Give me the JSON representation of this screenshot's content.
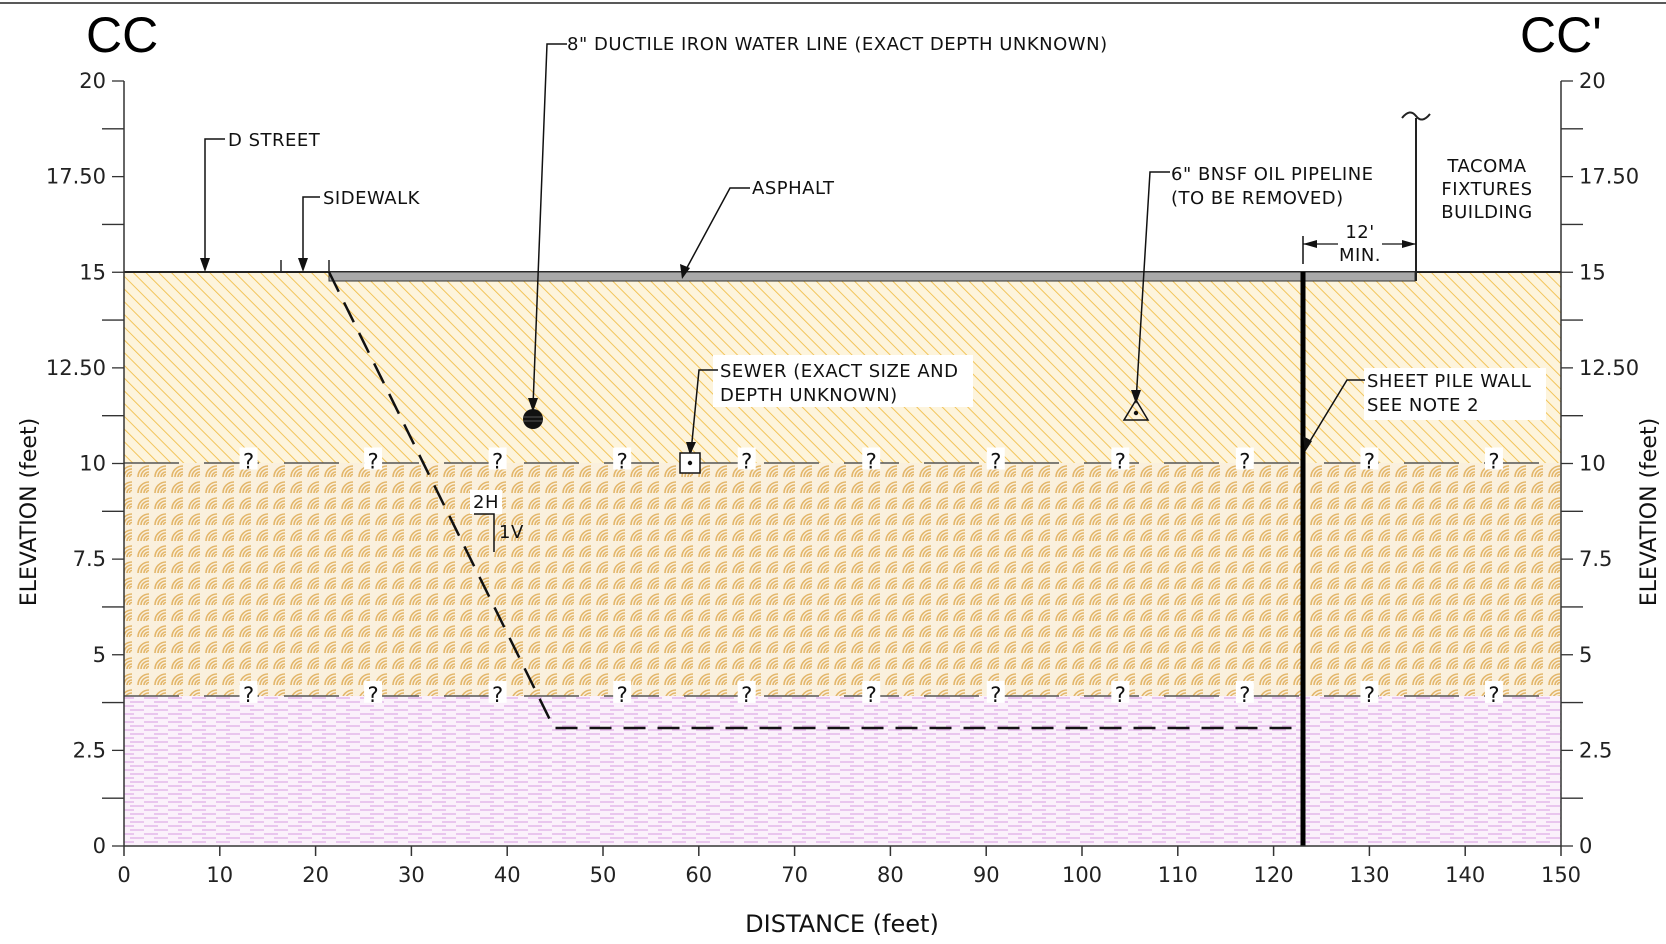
{
  "section_left": "CC",
  "section_right": "CC'",
  "axes": {
    "x_label": "DISTANCE  (feet)",
    "y_label": "ELEVATION  (feet)",
    "x_ticks": [
      "0",
      "10",
      "20",
      "30",
      "40",
      "50",
      "60",
      "70",
      "80",
      "90",
      "100",
      "110",
      "120",
      "130",
      "140",
      "150"
    ],
    "y_ticks_left": [
      "0",
      "2.5",
      "5",
      "7.5",
      "10",
      "12.50",
      "15",
      "17.50",
      "20"
    ],
    "y_ticks_right": [
      "0",
      "2.5",
      "5",
      "7.5",
      "10",
      "12.50",
      "15",
      "17.50",
      "20"
    ]
  },
  "callouts": {
    "water_line": "8\"  DUCTILE  IRON  WATER  LINE  (EXACT  DEPTH  UNKNOWN)",
    "d_street": "D  STREET",
    "sidewalk": "SIDEWALK",
    "asphalt": "ASPHALT",
    "oil_line1": "6\"  BNSF  OIL  PIPELINE",
    "oil_line2": "(TO  BE  REMOVED)",
    "tacoma1": "TACOMA",
    "tacoma2": "FIXTURES",
    "tacoma3": "BUILDING",
    "dim_value": "12'",
    "dim_min": "MIN.",
    "sewer1": "SEWER  (EXACT  SIZE  AND",
    "sewer2": "DEPTH  UNKNOWN)",
    "sheet1": "SHEET  PILE  WALL",
    "sheet2": "SEE  NOTE  2",
    "slope_h": "2H",
    "slope_v": "1V",
    "unknown_mark": "?"
  },
  "chart_data": {
    "type": "cross-section",
    "xlim": [
      0,
      150
    ],
    "ylim": [
      0,
      20
    ],
    "layers": [
      {
        "top": 15,
        "bottom": 10,
        "fill": "diagonal-hatch",
        "color": "#f2c24f"
      },
      {
        "top": 10,
        "bottom": 3.9,
        "fill": "fan-pattern",
        "color": "#e9c17a"
      },
      {
        "top": 3.9,
        "bottom": 0,
        "fill": "dashed-lines",
        "color": "#d79be0"
      }
    ],
    "ground_surface_elevation": 15,
    "asphalt": {
      "x_start": 21.5,
      "x_end": 135
    },
    "excavation_outline": [
      [
        21.5,
        15
      ],
      [
        45,
        3.1
      ],
      [
        123,
        3.1
      ]
    ],
    "sheet_pile_wall_x": 123,
    "building_face_x": 135,
    "utilities": [
      {
        "name": "water",
        "x": 42.5,
        "elev": 11.2,
        "shape": "circle"
      },
      {
        "name": "sewer",
        "x": 59.3,
        "elev": 10.05,
        "shape": "square"
      },
      {
        "name": "oil",
        "x": 105.5,
        "elev": 11.3,
        "shape": "triangle"
      }
    ],
    "question_x": [
      13,
      26,
      39,
      52,
      65,
      78,
      91,
      104,
      117,
      130,
      143
    ]
  }
}
